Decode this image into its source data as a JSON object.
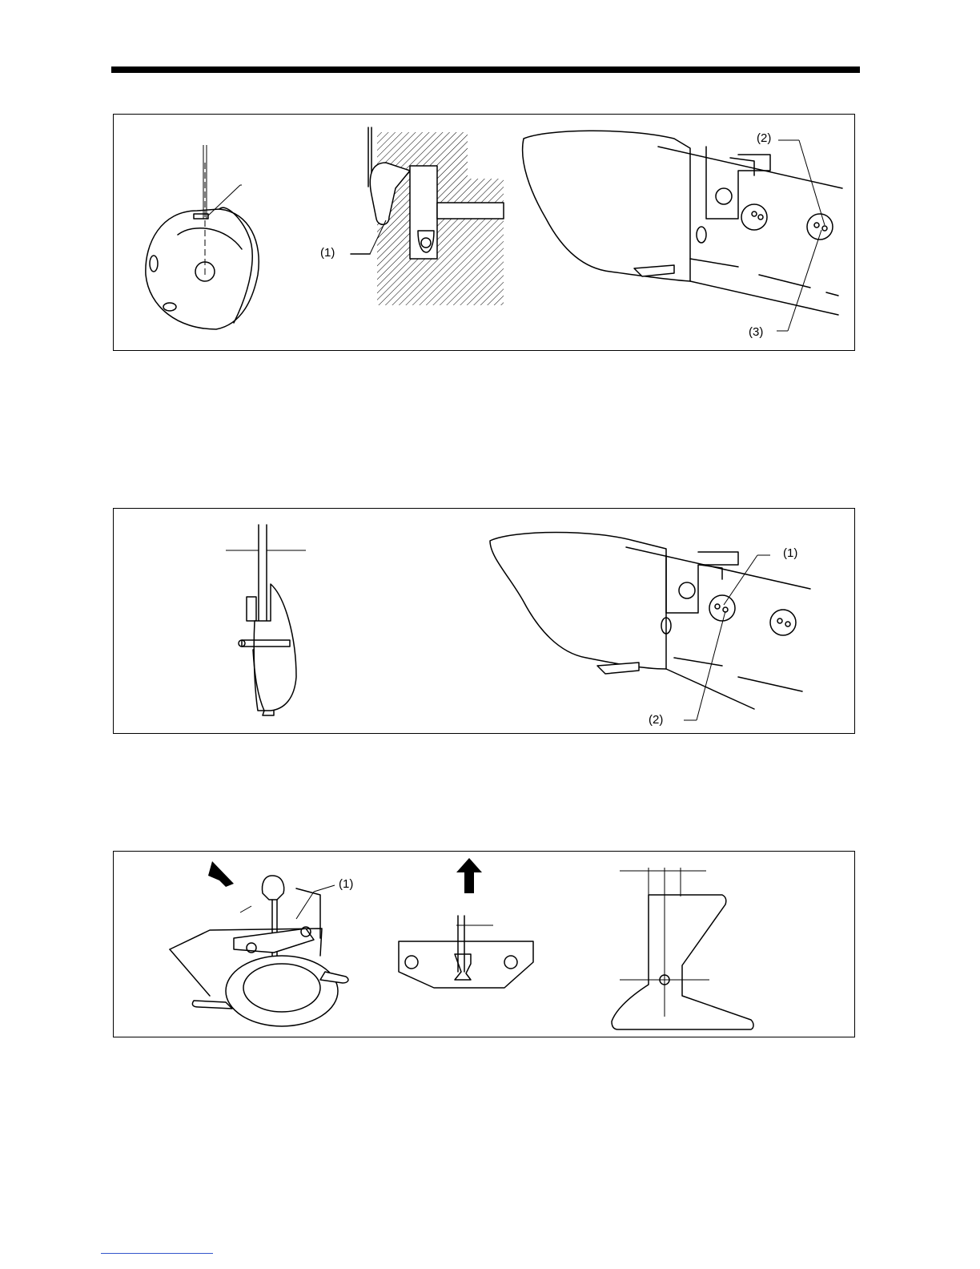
{
  "figures": [
    {
      "id": "fig1",
      "callouts": [
        "(1)",
        "(2)",
        "(3)"
      ]
    },
    {
      "id": "fig2",
      "callouts": [
        "(1)",
        "(2)"
      ]
    },
    {
      "id": "fig3",
      "callouts": [
        "(1)"
      ]
    }
  ]
}
